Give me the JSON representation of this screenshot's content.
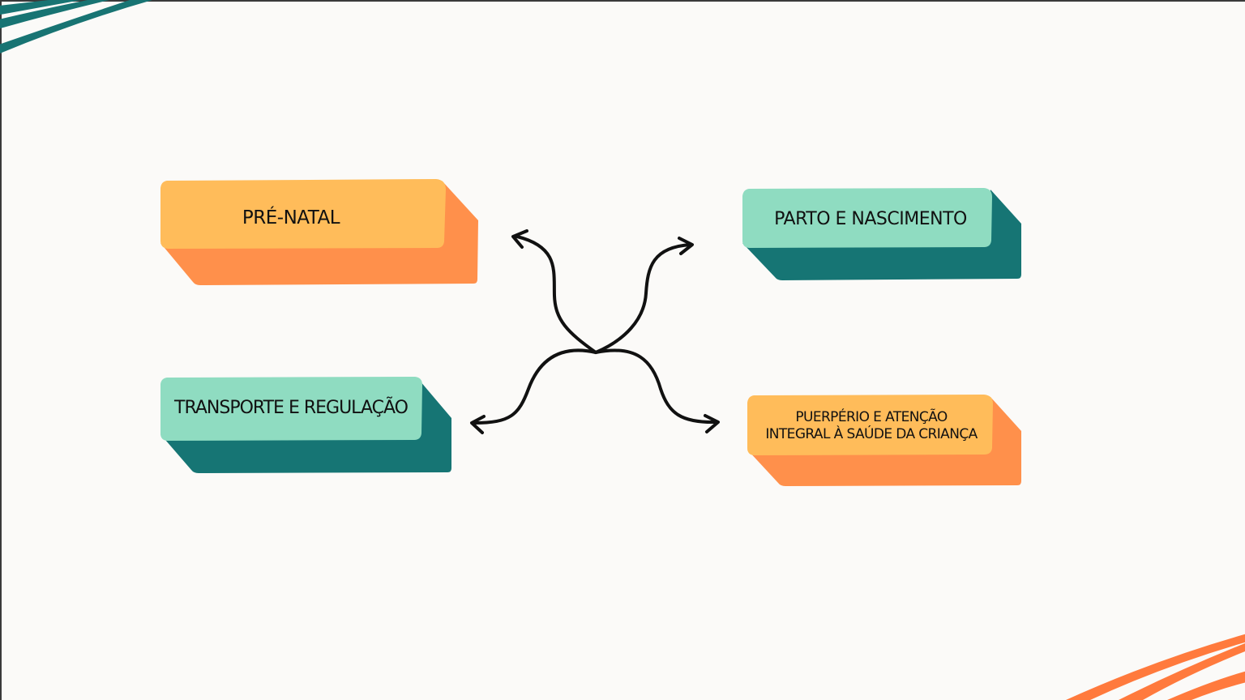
{
  "diagram": {
    "nodes": [
      {
        "id": "pre-natal",
        "label": "PRÉ-NATAL",
        "face_color": "#ffbc5a",
        "side_color": "#ff904b"
      },
      {
        "id": "parto",
        "label": "PARTO E NASCIMENTO",
        "face_color": "#8fdcc1",
        "side_color": "#167574"
      },
      {
        "id": "transporte",
        "label": "TRANSPORTE E REGULAÇÃO",
        "face_color": "#8fdcc1",
        "side_color": "#167574"
      },
      {
        "id": "puerperio",
        "label": "PUERPÉRIO E ATENÇÃO INTEGRAL À SAÚDE DA CRIANÇA",
        "face_color": "#ffbc5a",
        "side_color": "#ff904b"
      }
    ],
    "arrows": [
      {
        "from": "center",
        "to": "pre-natal"
      },
      {
        "from": "center",
        "to": "parto"
      },
      {
        "from": "center",
        "to": "transporte"
      },
      {
        "from": "center",
        "to": "puerperio"
      }
    ],
    "arrow_color": "#111111"
  },
  "decor": {
    "stripe_top_left_color": "#187473",
    "stripe_bottom_right_color": "#ff7a3d"
  }
}
